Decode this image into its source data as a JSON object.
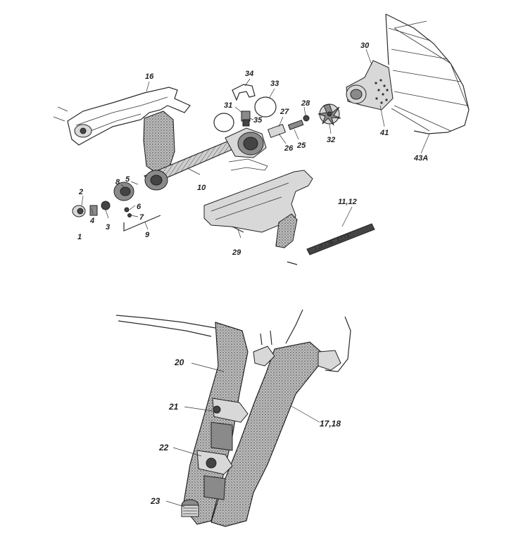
{
  "labels": {
    "l1": "1",
    "l2": "2",
    "l3": "3",
    "l4": "4",
    "l5": "5",
    "l6": "6",
    "l7": "7",
    "l8": "8",
    "l9": "9",
    "l10": "10",
    "l11_12": "11,12",
    "l16": "16",
    "l17_18": "17,18",
    "l20": "20",
    "l21": "21",
    "l22": "22",
    "l23": "23",
    "l25": "25",
    "l26": "26",
    "l27": "27",
    "l28": "28",
    "l29": "29",
    "l30": "30",
    "l31": "31",
    "l32": "32",
    "l33": "33",
    "l34": "34",
    "l35": "35",
    "l41": "41",
    "l43A": "43A"
  },
  "nameplate_text": "BLACK&DECKER"
}
